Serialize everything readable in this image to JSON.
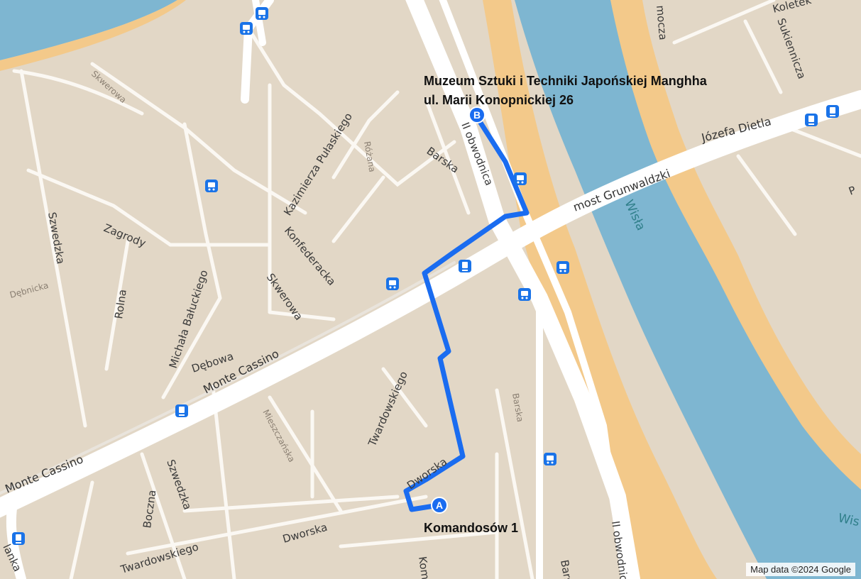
{
  "map": {
    "attribution": "Map data ©2024 Google",
    "colors": {
      "land": "#e2d7c6",
      "road": "#ffffff",
      "water": "#7eb6d1",
      "riverbank": "#f3c98a",
      "route": "#1a6cf0",
      "transit_icon": "#1a73e8"
    }
  },
  "markers": {
    "start": {
      "letter": "A",
      "label": "Komandosów 1"
    },
    "end": {
      "letter": "B",
      "name": "Muzeum Sztuki i Techniki Japońskiej Manghha",
      "address": "ul. Marii Konopnickiej 26"
    }
  },
  "streets": {
    "monte_cassino_1": "Monte Cassino",
    "monte_cassino_2": "Monte Cassino",
    "most_grunwaldzki": "most Grunwaldzki",
    "jozefa_dietla": "Józefa Dietla",
    "ii_obwodnica_1": "II obwodnica",
    "ii_obwodnica_2": "II obwodnica",
    "barska_1": "Barska",
    "barska_2": "Barska",
    "barska_3": "Barska",
    "konfederacka": "Konfederacka",
    "kazimierza": "Kazimierza Pułaskiego",
    "rozana": "Różana",
    "skwerowa_1": "Skwerowa",
    "skwerowa_2": "Skwerowa",
    "zagrody": "Zagrody",
    "szwedzka_1": "Szwedzka",
    "szwedzka_2": "Szwedzka",
    "debnicka": "Dębnicka",
    "rolna": "Rolna",
    "balucki": "Michała Bałuckiego",
    "debowa": "Dębowa",
    "twardowskiego_1": "Twardowskiego",
    "twardowskiego_2": "Twardowskiego",
    "mieszczanska": "Mieszczańska",
    "dworska_1": "Dworska",
    "dworska_2": "Dworska",
    "boczna": "Boczna",
    "komandosow": "Kom",
    "sukiennicza": "Sukiennicza",
    "koletek": "Koletek",
    "smocza": "mocza",
    "lanka": "lanka",
    "p": "P"
  },
  "water": {
    "wisla_1": "Wisła",
    "wisla_2": "Wis"
  },
  "transit_icons": [
    "bus-icon",
    "tram-icon"
  ]
}
